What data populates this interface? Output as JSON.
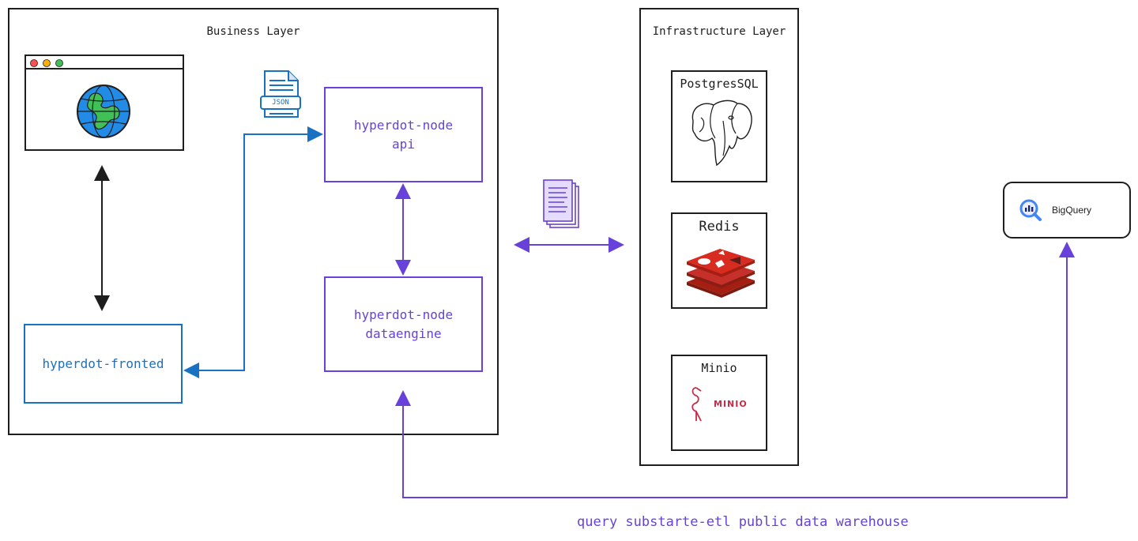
{
  "business_layer": {
    "title": "Business Layer"
  },
  "infrastructure_layer": {
    "title": "Infrastructure Layer"
  },
  "nodes": {
    "api": "hyperdot-node\napi",
    "dataengine": "hyperdot-node\ndataengine",
    "frontend": "hyperdot-fronted"
  },
  "json_doc": {
    "label": "JSON"
  },
  "infra": {
    "postgres": "PostgresSQL",
    "redis": "Redis",
    "minio": "Minio",
    "minio_logo_text": "MINIO"
  },
  "bigquery": {
    "label": "BigQuery"
  },
  "caption": "query substarte-etl public data warehouse",
  "colors": {
    "purple": "#6741d9",
    "blue": "#1971c2",
    "black": "#1e1e1e",
    "redis_red": "#c6302b"
  },
  "icons": [
    "browser-window-icon",
    "globe-icon",
    "json-file-icon",
    "documents-icon",
    "postgresql-elephant-icon",
    "redis-logo-icon",
    "minio-flamingo-icon",
    "bigquery-icon"
  ]
}
